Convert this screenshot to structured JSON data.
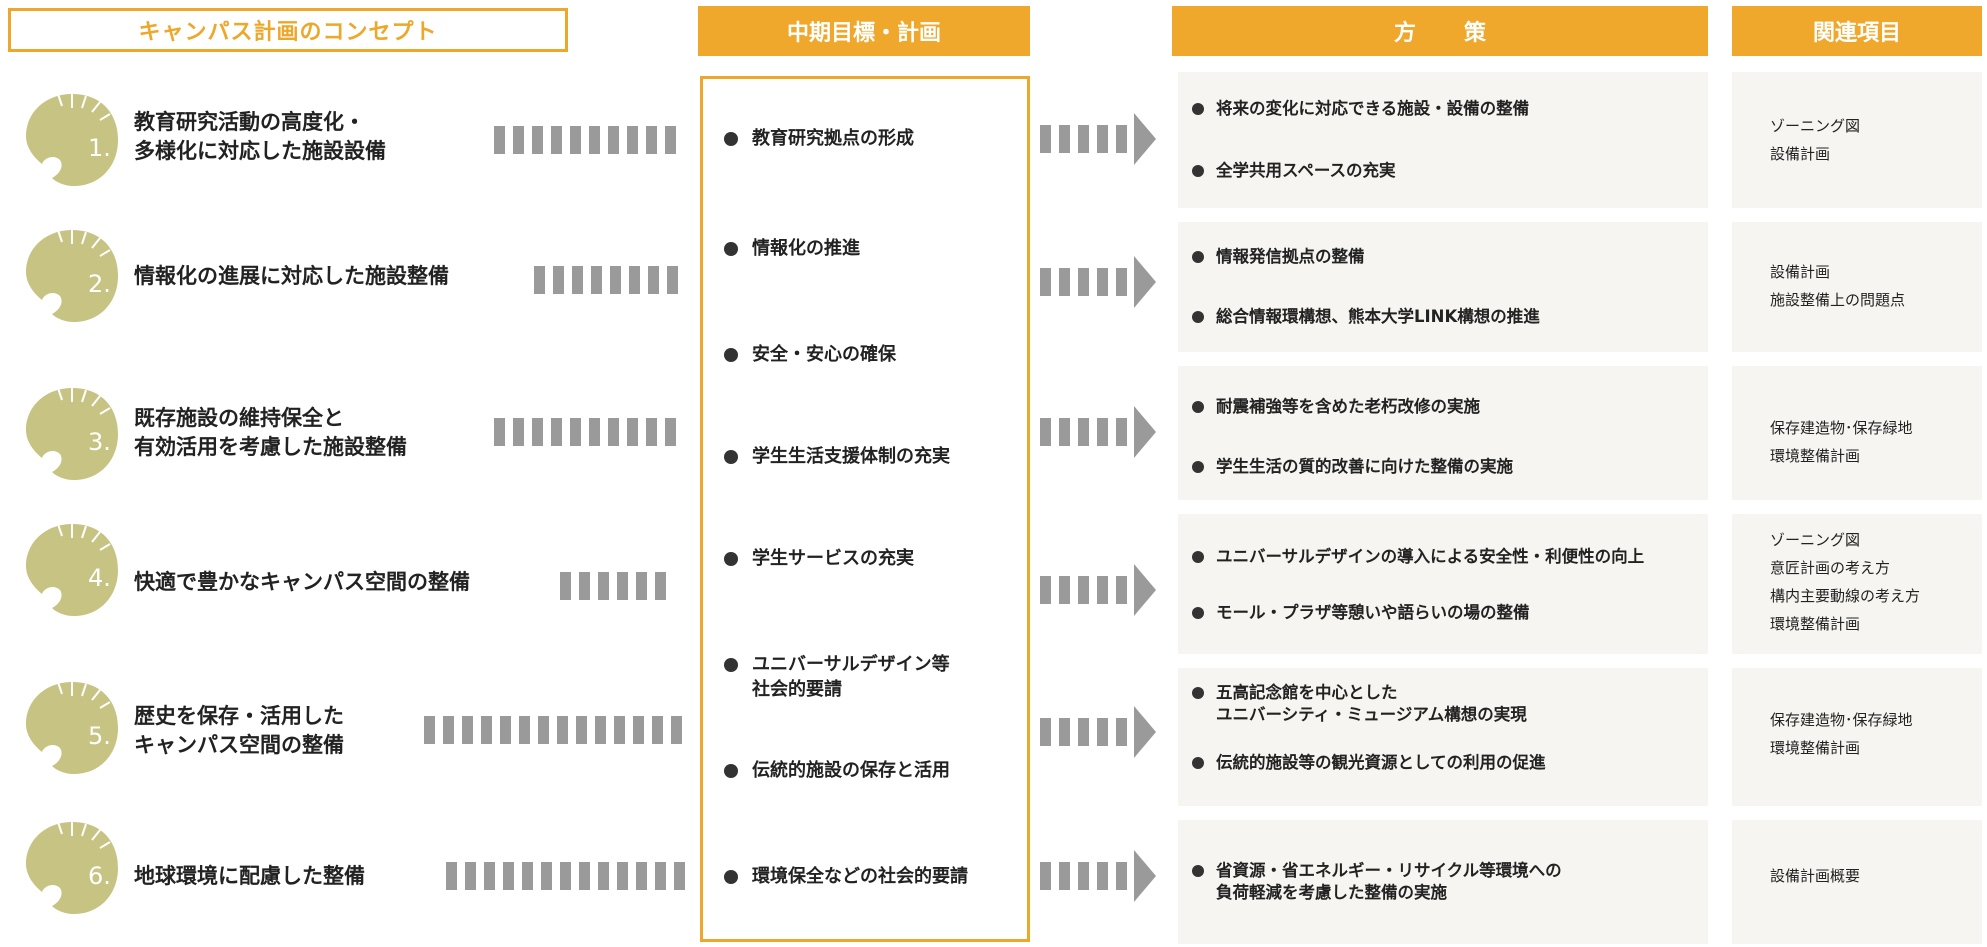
{
  "headers": {
    "concept": "キャンパス計画のコンセプト",
    "mid_goals": "中期目標・計画",
    "measures": "方策",
    "related": "関連項目"
  },
  "colors": {
    "accent": "#EFA82C",
    "leaf": "#C7C383",
    "dash": "#9A9A9A",
    "panel": "#F7F5F1"
  },
  "concepts": [
    {
      "num": "1.",
      "lines": [
        "教育研究活動の高度化・",
        "多様化に対応した施設設備"
      ]
    },
    {
      "num": "2.",
      "lines": [
        "情報化の進展に対応した施設整備",
        ""
      ]
    },
    {
      "num": "3.",
      "lines": [
        "既存施設の維持保全と",
        "有効活用を考慮した施設整備"
      ]
    },
    {
      "num": "4.",
      "lines": [
        "快適で豊かなキャンパス空間の整備",
        ""
      ]
    },
    {
      "num": "5.",
      "lines": [
        "歴史を保存・活用した",
        "キャンパス空間の整備"
      ]
    },
    {
      "num": "6.",
      "lines": [
        "地球環境に配慮した整備",
        ""
      ]
    }
  ],
  "goals": [
    {
      "lines": [
        "教育研究拠点の形成",
        ""
      ]
    },
    {
      "lines": [
        "情報化の推進",
        ""
      ]
    },
    {
      "lines": [
        "安全・安心の確保",
        ""
      ]
    },
    {
      "lines": [
        "学生生活支援体制の充実",
        ""
      ]
    },
    {
      "lines": [
        "学生サービスの充実",
        ""
      ]
    },
    {
      "lines": [
        "ユニバーサルデザイン等",
        "社会的要請"
      ]
    },
    {
      "lines": [
        "伝統的施設の保存と活用",
        ""
      ]
    },
    {
      "lines": [
        "環境保全などの社会的要請",
        ""
      ]
    }
  ],
  "measures": [
    {
      "lines": [
        "将来の変化に対応できる施設・設備の整備",
        ""
      ]
    },
    {
      "lines": [
        "全学共用スペースの充実",
        ""
      ]
    },
    {
      "lines": [
        "情報発信拠点の整備",
        ""
      ]
    },
    {
      "lines": [
        "総合情報環構想、熊本大学LINK構想の推進",
        ""
      ]
    },
    {
      "lines": [
        "耐震補強等を含めた老朽改修の実施",
        ""
      ]
    },
    {
      "lines": [
        "学生生活の質的改善に向けた整備の実施",
        ""
      ]
    },
    {
      "lines": [
        "ユニバーサルデザインの導入による安全性・利便性の向上",
        ""
      ]
    },
    {
      "lines": [
        "モール・プラザ等憩いや語らいの場の整備",
        ""
      ]
    },
    {
      "lines": [
        "五高記念館を中心とした",
        "ユニバーシティ・ミュージアム構想の実現"
      ]
    },
    {
      "lines": [
        "伝統的施設等の観光資源としての利用の促進",
        ""
      ]
    },
    {
      "lines": [
        "省資源・省エネルギー・リサイクル等環境への",
        "負荷軽減を考慮した整備の実施"
      ]
    }
  ],
  "related": [
    {
      "items": [
        "ゾーニング図",
        "設備計画"
      ]
    },
    {
      "items": [
        "設備計画",
        "施設整備上の問題点"
      ]
    },
    {
      "items": [
        "保存建造物･保存緑地",
        "環境整備計画"
      ]
    },
    {
      "items": [
        "ゾーニング図",
        "意匠計画の考え方",
        "構内主要動線の考え方",
        "環境整備計画"
      ]
    },
    {
      "items": [
        "保存建造物･保存緑地",
        "環境整備計画"
      ]
    },
    {
      "items": [
        "設備計画概要"
      ]
    }
  ]
}
